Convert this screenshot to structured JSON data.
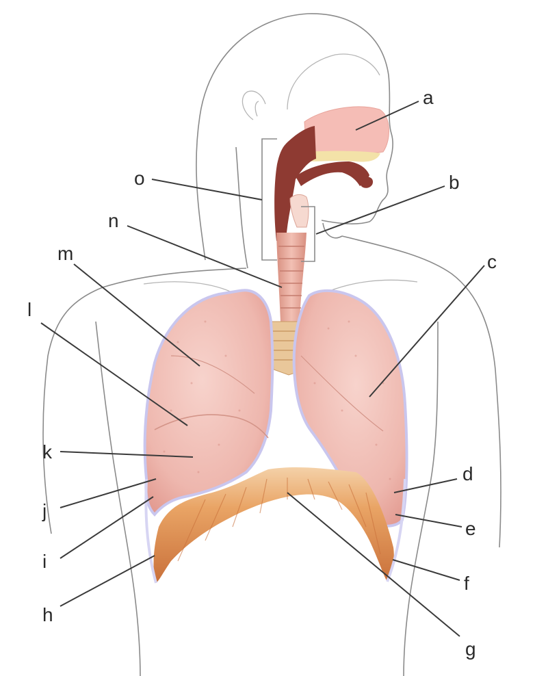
{
  "labels": {
    "a": "a",
    "b": "b",
    "c": "c",
    "d": "d",
    "e": "e",
    "f": "f",
    "g": "g",
    "h": "h",
    "i": "i",
    "j": "j",
    "k": "k",
    "l": "l",
    "m": "m",
    "n": "n",
    "o": "o"
  },
  "colors": {
    "lung": "#f2c2bc",
    "lung_dark": "#e7a79e",
    "lung_edge": "#c9c6ee",
    "diaphragm": "#e89a5e",
    "diaphragm_dark": "#c9703a",
    "nasal": "#f4b9b4",
    "palate": "#f3e2a8",
    "airway": "#8e3a32",
    "trachea": "#e8a89a",
    "cartilage": "#e9c79a",
    "body_line": "#8a8a8a"
  }
}
